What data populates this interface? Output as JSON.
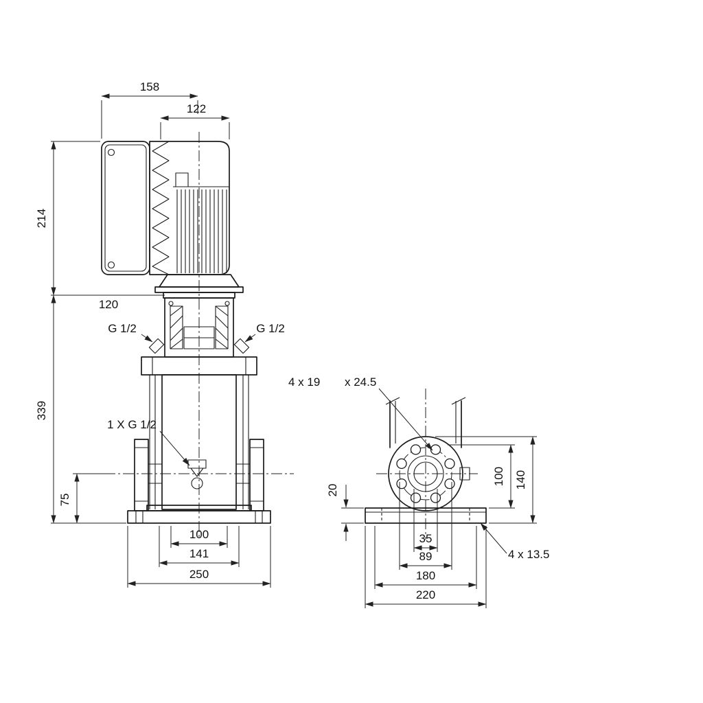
{
  "drawing": {
    "front": {
      "dim_top_width": "158",
      "dim_motor_width": "122",
      "dim_motor_height": "214",
      "dim_head_width": "120",
      "dim_pump_height": "339",
      "label_port_left": "G 1/2",
      "label_port_right": "G 1/2",
      "label_drain": "1 X G 1/2",
      "dim_port_height": "75",
      "dim_base_inner": "100",
      "dim_base_mid": "141",
      "dim_base_width": "250"
    },
    "side": {
      "label_flange_holes_a": "4 x 19",
      "label_flange_holes_b": "x 24.5",
      "dim_base_thickness": "20",
      "dim_flange_to_base": "100",
      "dim_flange_height": "140",
      "dim_bore": "35",
      "dim_bolt_circle": "89",
      "dim_base_holes_spacing": "180",
      "dim_base_depth": "220",
      "label_base_holes": "4 x 13.5"
    }
  }
}
